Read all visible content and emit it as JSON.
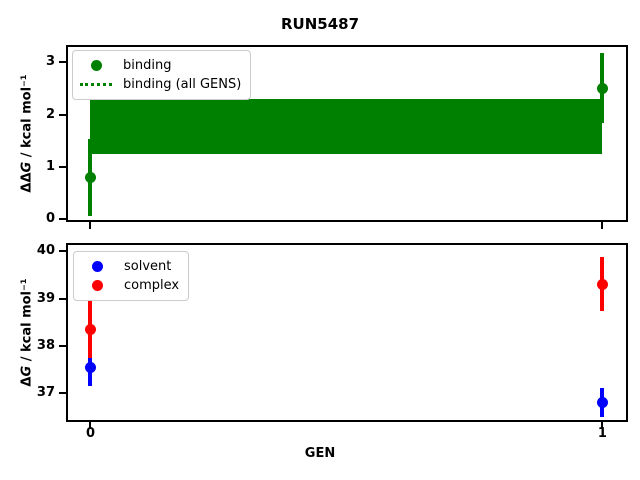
{
  "title": "RUN5487",
  "xlabel": "GEN",
  "colors": {
    "binding": "#008000",
    "solvent": "#0000ff",
    "complex": "#ff0000",
    "axes": "#000000",
    "background": "#ffffff"
  },
  "legends": {
    "top": [
      {
        "label": "binding",
        "marker": "circle",
        "color": "#008000"
      },
      {
        "label": "binding (all GENS)",
        "marker": "dotted-line",
        "color": "#008000"
      }
    ],
    "bottom": [
      {
        "label": "solvent",
        "marker": "circle",
        "color": "#0000ff"
      },
      {
        "label": "complex",
        "marker": "circle",
        "color": "#ff0000"
      }
    ]
  },
  "chart_data": [
    {
      "type": "scatter",
      "subplot": "top",
      "title": "RUN5487",
      "ylabel": "ΔΔG / kcal mol⁻¹",
      "ylabel_prefix": "ΔΔ",
      "ylabel_g": "G",
      "ylabel_units": " / kcal mol⁻¹",
      "x": [
        0,
        1
      ],
      "xticks": [
        0,
        1
      ],
      "yticks": [
        0,
        1,
        2,
        3
      ],
      "xlim": [
        -0.04,
        1.05
      ],
      "ylim": [
        -0.05,
        3.25
      ],
      "grid": false,
      "legend_position": "upper left",
      "series": [
        {
          "name": "binding",
          "color": "#008000",
          "y": [
            0.8,
            2.5
          ],
          "yerr": [
            0.73,
            0.67
          ]
        }
      ],
      "band": {
        "name": "binding (all GENS)",
        "color": "#008000",
        "lo": 1.25,
        "hi": 2.29,
        "mean": 1.77,
        "x_from": 0,
        "x_to": 1
      }
    },
    {
      "type": "scatter",
      "subplot": "bottom",
      "xlabel": "GEN",
      "ylabel": "ΔG / kcal mol⁻¹",
      "ylabel_prefix": "Δ",
      "ylabel_g": "G",
      "ylabel_units": " / kcal mol⁻¹",
      "x": [
        0,
        1
      ],
      "xticks": [
        0,
        1
      ],
      "yticks": [
        37,
        38,
        39,
        40
      ],
      "xlim": [
        -0.04,
        1.05
      ],
      "ylim": [
        36.39,
        40.09
      ],
      "grid": false,
      "legend_position": "upper left",
      "series": [
        {
          "name": "solvent",
          "color": "#0000ff",
          "y": [
            37.55,
            36.8
          ],
          "yerr": [
            0.4,
            0.3
          ]
        },
        {
          "name": "complex",
          "color": "#ff0000",
          "y": [
            38.35,
            39.3
          ],
          "yerr": [
            0.6,
            0.57
          ]
        }
      ]
    }
  ]
}
